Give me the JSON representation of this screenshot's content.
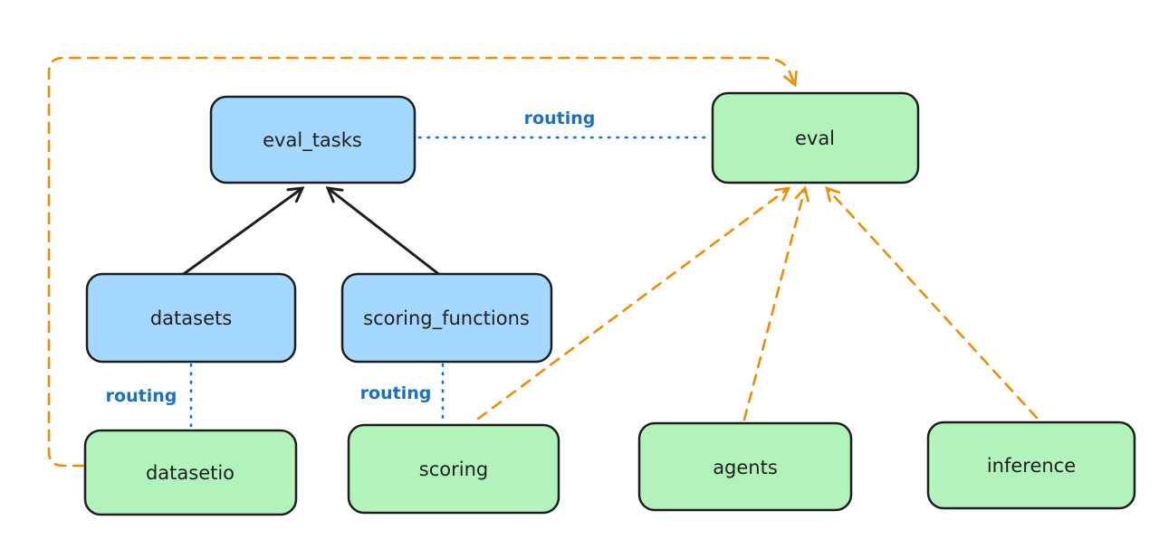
{
  "diagram": {
    "background": "#ffffff",
    "colors": {
      "blue_fill": "#a5d8ff",
      "green_fill": "#b2f2bb",
      "node_stroke": "#1e1e1e",
      "text": "#1e1e1e",
      "routing_blue": "#1971c2",
      "orange": "#f08c00",
      "black_edge": "#1e1e1e"
    },
    "nodes": [
      {
        "id": "eval_tasks",
        "label": "eval_tasks",
        "kind": "api-blue"
      },
      {
        "id": "eval",
        "label": "eval",
        "kind": "provider-green"
      },
      {
        "id": "datasets",
        "label": "datasets",
        "kind": "api-blue"
      },
      {
        "id": "scoring_functions",
        "label": "scoring_functions",
        "kind": "api-blue"
      },
      {
        "id": "datasetio",
        "label": "datasetio",
        "kind": "provider-green"
      },
      {
        "id": "scoring",
        "label": "scoring",
        "kind": "provider-green"
      },
      {
        "id": "agents",
        "label": "agents",
        "kind": "provider-green"
      },
      {
        "id": "inference",
        "label": "inference",
        "kind": "provider-green"
      }
    ],
    "edges": [
      {
        "from": "datasets",
        "to": "eval_tasks",
        "style": "solid-black-arrow",
        "label": ""
      },
      {
        "from": "scoring_functions",
        "to": "eval_tasks",
        "style": "solid-black-arrow",
        "label": ""
      },
      {
        "from": "eval_tasks",
        "to": "eval",
        "style": "dotted-blue",
        "label": "routing"
      },
      {
        "from": "datasets",
        "to": "datasetio",
        "style": "dotted-blue",
        "label": "routing"
      },
      {
        "from": "scoring_functions",
        "to": "scoring",
        "style": "dotted-blue",
        "label": "routing"
      },
      {
        "from": "datasetio",
        "to": "eval",
        "style": "dashed-orange-arrow",
        "label": "",
        "route": "left-top-loop"
      },
      {
        "from": "scoring",
        "to": "eval",
        "style": "dashed-orange-arrow",
        "label": ""
      },
      {
        "from": "agents",
        "to": "eval",
        "style": "dashed-orange-arrow",
        "label": ""
      },
      {
        "from": "inference",
        "to": "eval",
        "style": "dashed-orange-arrow",
        "label": ""
      }
    ]
  }
}
